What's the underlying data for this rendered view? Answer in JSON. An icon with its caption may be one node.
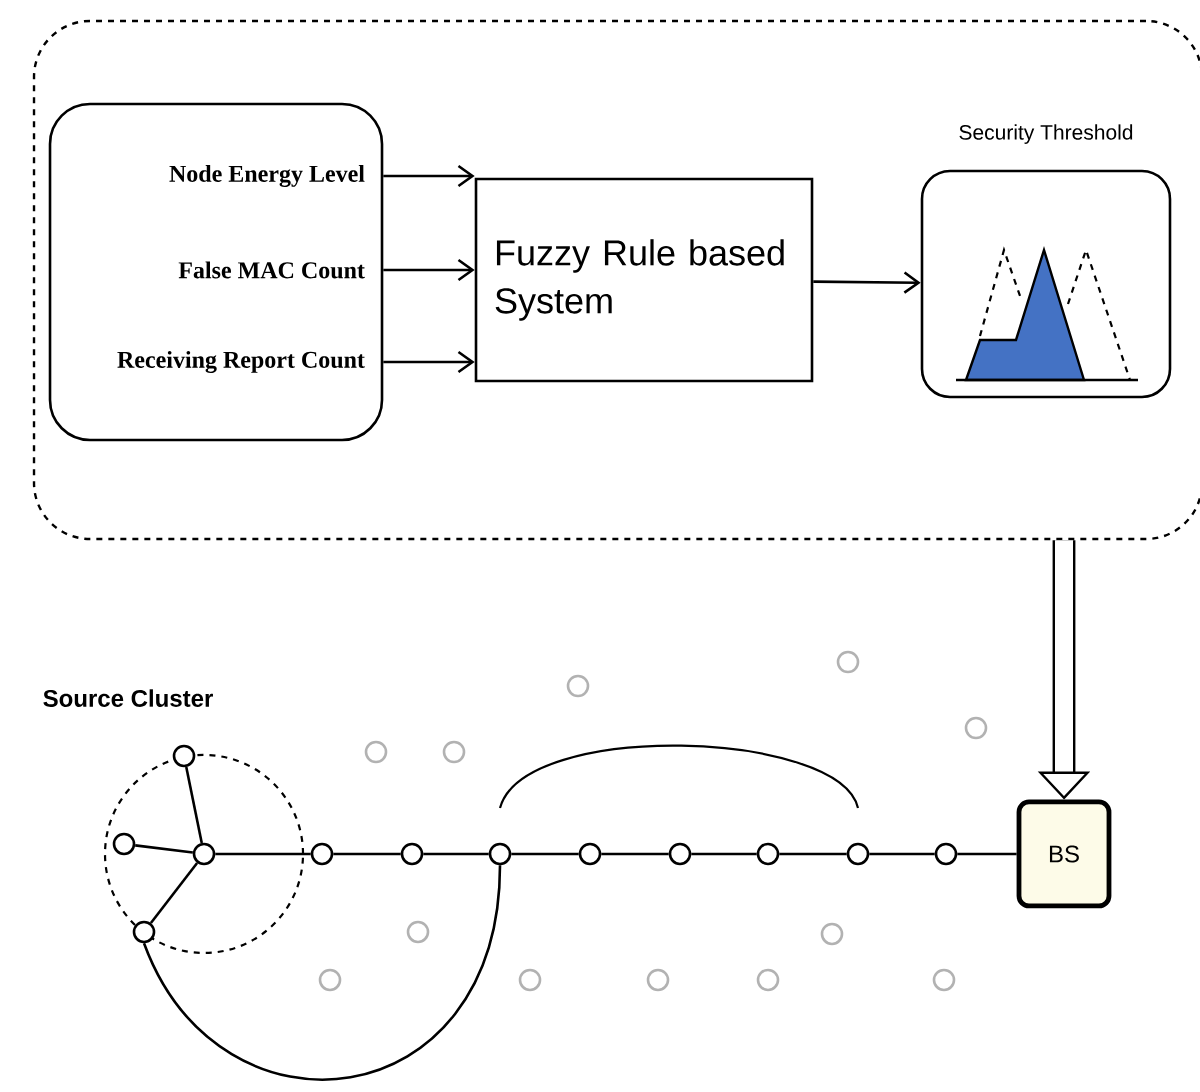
{
  "diagram": {
    "nodes": [
      {
        "text": [],
        "shape": "box"
      },
      {
        "text": [
          "Node Energy Level",
          "False MAC Count",
          "Receiving Report Count"
        ],
        "in": 0
      },
      {
        "text": [
          "Fuzzy Rule based System"
        ],
        "in": 0
      },
      {
        "text": [
          "Security Threshold"
        ],
        "in": 0
      },
      {
        "text": [],
        "shape": "circle",
        "beside": [
          "Source Cluster"
        ]
      },
      {
        "text": [],
        "shape": "circle",
        "in": 4
      },
      {
        "text": [],
        "shape": "circle",
        "in": 4
      },
      {
        "text": [],
        "shape": "circle",
        "in": 4
      },
      {
        "text": [],
        "shape": "circle",
        "in": 4
      },
      {
        "text": [],
        "shape": "circle"
      },
      {
        "text": [],
        "shape": "circle"
      },
      {
        "text": [],
        "shape": "circle"
      },
      {
        "text": [],
        "shape": "circle"
      },
      {
        "text": [],
        "shape": "circle"
      },
      {
        "text": [],
        "shape": "circle"
      },
      {
        "text": [],
        "shape": "circle"
      },
      {
        "text": [],
        "shape": "circle"
      },
      {
        "text": [
          "BS"
        ]
      },
      {
        "text": [],
        "shape": "circle"
      },
      {
        "text": [],
        "shape": "circle"
      },
      {
        "text": [],
        "shape": "circle"
      },
      {
        "text": [],
        "shape": "circle"
      },
      {
        "text": [],
        "shape": "circle"
      },
      {
        "text": [],
        "shape": "circle"
      },
      {
        "text": [],
        "shape": "circle"
      },
      {
        "text": [],
        "shape": "circle"
      },
      {
        "text": [],
        "shape": "circle"
      },
      {
        "text": [],
        "shape": "circle"
      },
      {
        "text": [],
        "shape": "circle"
      },
      {
        "text": [],
        "shape": "circle"
      }
    ],
    "edges": [
      {
        "from": 1,
        "to": 2,
        "arrow": "to"
      },
      {
        "from": 1,
        "to": 2,
        "arrow": "to"
      },
      {
        "from": 1,
        "to": 2,
        "arrow": "to"
      },
      {
        "from": 2,
        "to": 3,
        "arrow": "to"
      },
      {
        "from": 0,
        "to": 17,
        "arrow": "to",
        "style": "thick"
      },
      {
        "from": 5,
        "to": 8,
        "arrow": "none"
      },
      {
        "from": 6,
        "to": 8,
        "arrow": "none"
      },
      {
        "from": 7,
        "to": 8,
        "arrow": "none"
      },
      {
        "from": 8,
        "to": 9,
        "arrow": "none"
      },
      {
        "from": 9,
        "to": 10,
        "arrow": "none"
      },
      {
        "from": 10,
        "to": 11,
        "arrow": "none"
      },
      {
        "from": 11,
        "to": 12,
        "arrow": "none"
      },
      {
        "from": 12,
        "to": 13,
        "arrow": "none"
      },
      {
        "from": 13,
        "to": 14,
        "arrow": "none"
      },
      {
        "from": 14,
        "to": 15,
        "arrow": "none"
      },
      {
        "from": 15,
        "to": 16,
        "arrow": "none"
      },
      {
        "from": 16,
        "to": 17,
        "arrow": "none"
      },
      {
        "from": 7,
        "to": 11,
        "arrow": "none"
      }
    ]
  }
}
